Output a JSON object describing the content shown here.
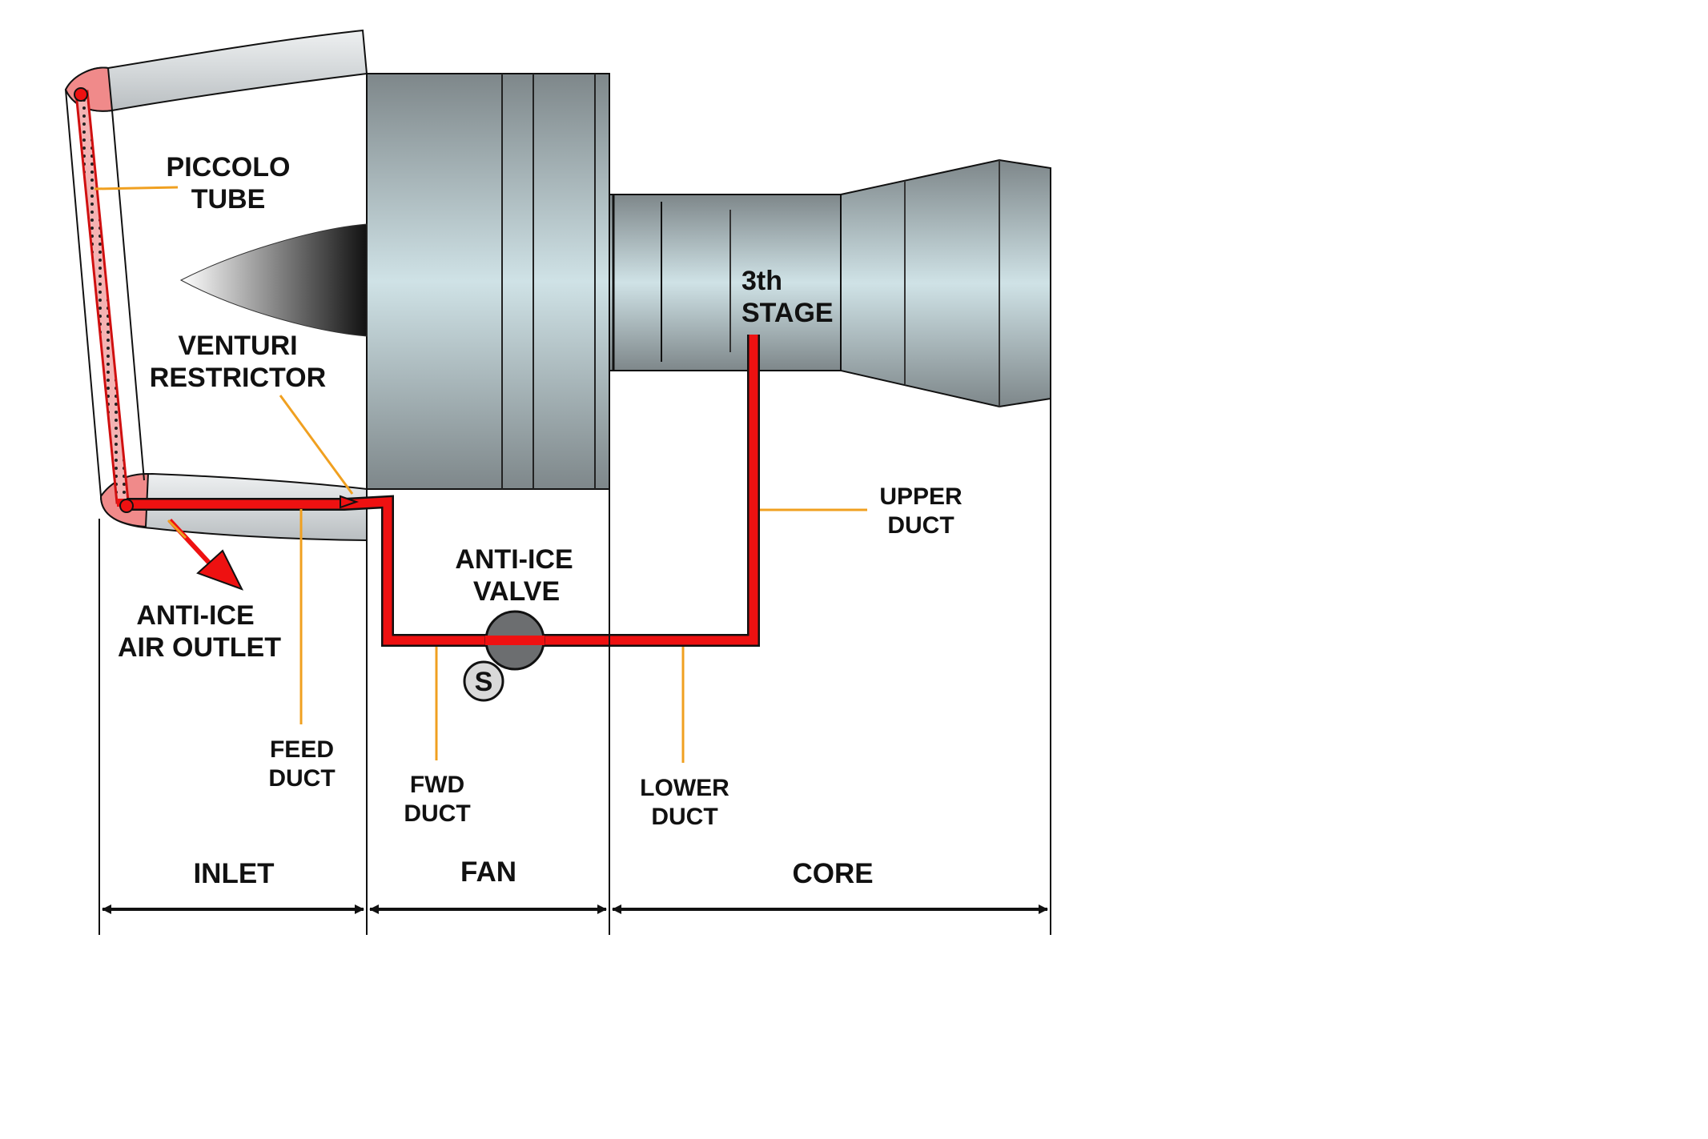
{
  "labels": {
    "piccolo_tube": [
      "PICCOLO",
      "TUBE"
    ],
    "venturi_restrictor": [
      "VENTURI",
      "RESTRICTOR"
    ],
    "anti_ice_air_outlet": [
      "ANTI-ICE",
      "AIR OUTLET"
    ],
    "anti_ice_valve": [
      "ANTI-ICE",
      "VALVE"
    ],
    "third_stage": [
      "3th",
      "STAGE"
    ],
    "upper_duct": [
      "UPPER",
      "DUCT"
    ],
    "feed_duct": [
      "FEED",
      "DUCT"
    ],
    "fwd_duct": [
      "FWD",
      "DUCT"
    ],
    "lower_duct": [
      "LOWER",
      "DUCT"
    ],
    "solenoid": "S"
  },
  "sections": {
    "inlet": "INLET",
    "fan": "FAN",
    "core": "CORE"
  },
  "colors": {
    "duct": "#ee1111",
    "leader": "#f0a020",
    "heated_lip": "#f08a8a",
    "cowl": "#d4d8da",
    "engine_metal": "#9ea7aa",
    "engine_highlight": "#cfe2e6",
    "outline": "#111111"
  }
}
